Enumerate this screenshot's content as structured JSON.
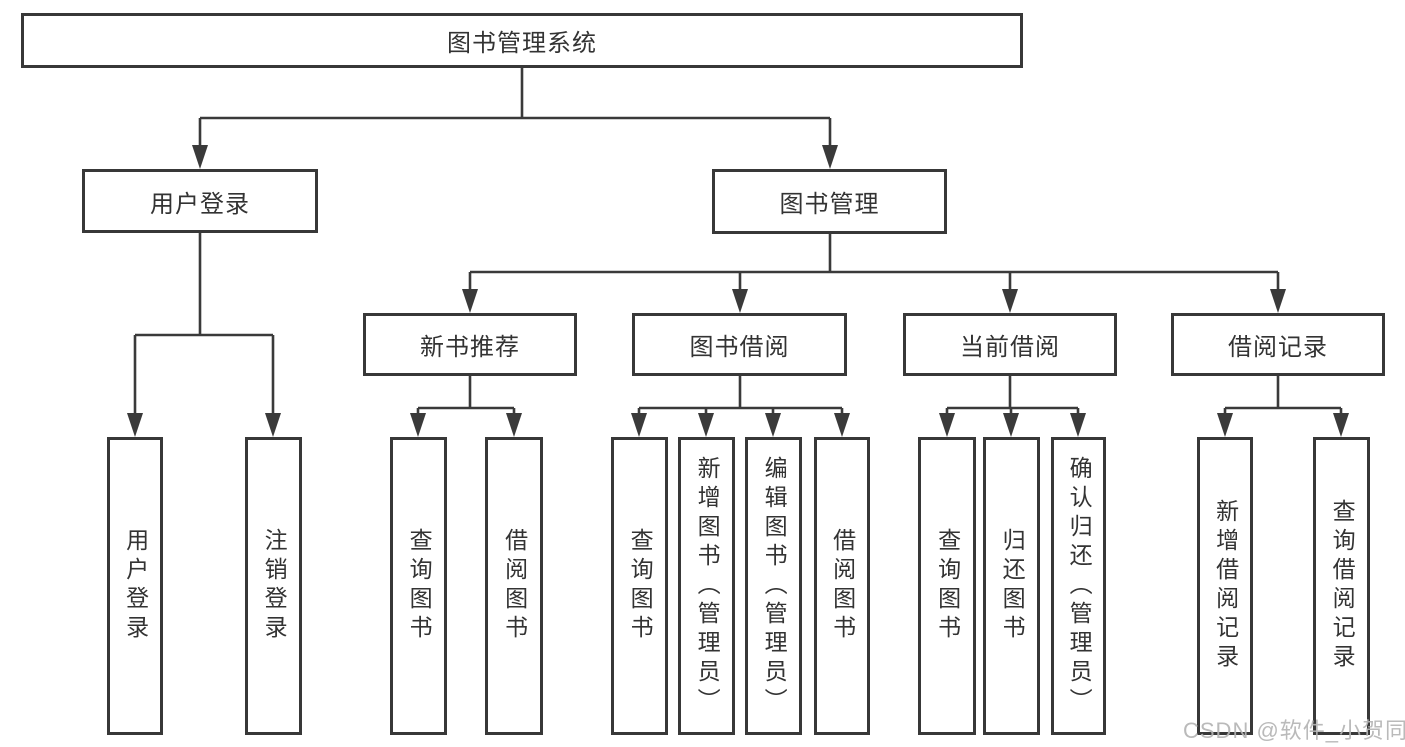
{
  "diagram": {
    "root": {
      "label": "图书管理系统",
      "children": [
        {
          "label": "用户登录",
          "children": [
            {
              "label": "用户登录"
            },
            {
              "label": "注销登录"
            }
          ]
        },
        {
          "label": "图书管理",
          "children": [
            {
              "label": "新书推荐",
              "children": [
                {
                  "label": "查询图书"
                },
                {
                  "label": "借阅图书"
                }
              ]
            },
            {
              "label": "图书借阅",
              "children": [
                {
                  "label": "查询图书"
                },
                {
                  "label": "新增图书（管理员）"
                },
                {
                  "label": "编辑图书（管理员）"
                },
                {
                  "label": "借阅图书"
                }
              ]
            },
            {
              "label": "当前借阅",
              "children": [
                {
                  "label": "查询图书"
                },
                {
                  "label": "归还图书"
                },
                {
                  "label": "确认归还（管理员）"
                }
              ]
            },
            {
              "label": "借阅记录",
              "children": [
                {
                  "label": "新增借阅记录"
                },
                {
                  "label": "查询借阅记录"
                }
              ]
            }
          ]
        }
      ]
    }
  },
  "watermark": {
    "text": "CSDN @软件_小贺同学"
  },
  "colors": {
    "line": "#3a3a3a",
    "text": "#333333",
    "watermark": "#bfbfbf",
    "background": "#ffffff"
  }
}
